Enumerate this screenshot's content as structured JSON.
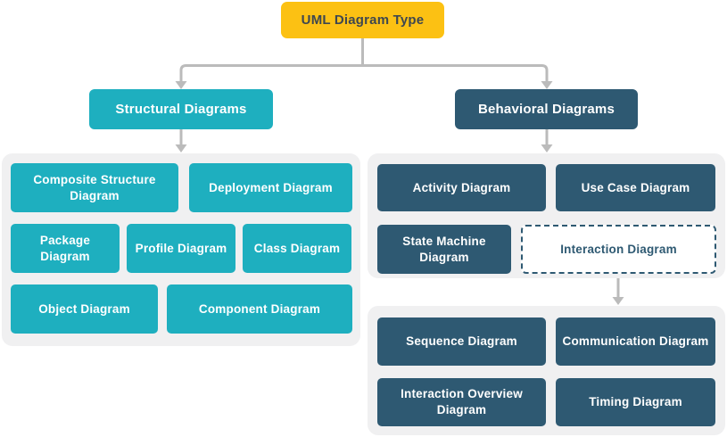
{
  "root": {
    "label": "UML Diagram Type"
  },
  "branches": {
    "structural": {
      "header": "Structural Diagrams",
      "items": [
        "Composite Structure Diagram",
        "Deployment Diagram",
        "Package Diagram",
        "Profile Diagram",
        "Class Diagram",
        "Object Diagram",
        "Component Diagram"
      ]
    },
    "behavioral": {
      "header": "Behavioral Diagrams",
      "items": [
        "Activity Diagram",
        "Use Case Diagram",
        "State Machine Diagram"
      ],
      "interaction_node": "Interaction Diagram",
      "interaction_children": [
        "Sequence Diagram",
        "Communication Diagram",
        "Interaction Overview Diagram",
        "Timing Diagram"
      ]
    }
  },
  "colors": {
    "root_fill": "#FCC113",
    "root_text": "#3E4750",
    "structural_fill": "#1EAFBF",
    "behavioral_fill": "#2E5972",
    "group_fill": "#F0F0F1",
    "connector": "#BBBBBB",
    "node_text": "#FFFFFF",
    "dashed_border": "#2E5972"
  }
}
